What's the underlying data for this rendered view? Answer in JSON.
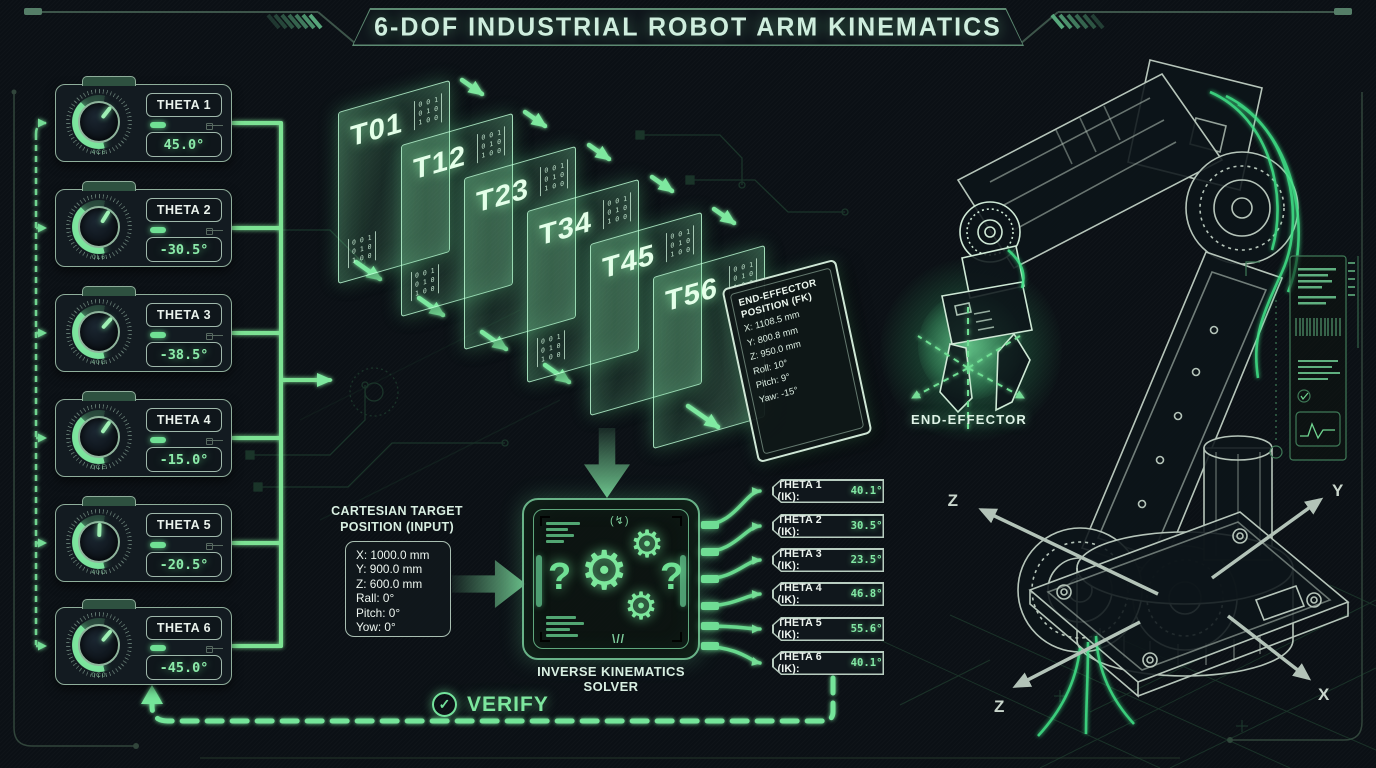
{
  "title": "6-DOF INDUSTRIAL ROBOT ARM KINEMATICS",
  "joints": [
    {
      "label": "THETA 1",
      "value": "45.0°",
      "dial": "4C6"
    },
    {
      "label": "THETA 2",
      "value": "-30.5°",
      "dial": "0L6"
    },
    {
      "label": "THETA 3",
      "value": "-38.5°",
      "dial": "40G"
    },
    {
      "label": "THETA 4",
      "value": "-15.0°",
      "dial": "0CE"
    },
    {
      "label": "THETA 5",
      "value": "-20.5°",
      "dial": "40O"
    },
    {
      "label": "THETA 6",
      "value": "-45.0°",
      "dial": "0C0"
    }
  ],
  "matrices": [
    {
      "label": "T01"
    },
    {
      "label": "T12"
    },
    {
      "label": "T23"
    },
    {
      "label": "T34"
    },
    {
      "label": "T45"
    },
    {
      "label": "T56"
    }
  ],
  "matrix_cells": "0 0 1\n0 1 0\n1 0 0",
  "fk": {
    "title": "END-EFFECTOR\nPOSITION (FK)",
    "lines": [
      "X: 1108.5 mm",
      "Y: 800.8 mm",
      "Z: 950.0 mm",
      "Roll: 10°",
      "Pitch: 9°",
      "Yaw: -15°"
    ]
  },
  "input": {
    "title": "CARTESIAN TARGET\nPOSITION (INPUT)",
    "lines": [
      "X: 1000.0 mm",
      "Y: 900.0 mm",
      "Z: 600.0 mm",
      "Rall: 0°",
      "Pitch: 0°",
      "Yow: 0°"
    ]
  },
  "solver": {
    "label": "INVERSE KINEMATICS SOLVER",
    "gear": "⚙",
    "q_left": "?",
    "q_right": "?",
    "deco_top": "(↯)",
    "deco_bottom": "\\//"
  },
  "ik": [
    {
      "label": "THETA 1 (IK):",
      "value": "40.1°"
    },
    {
      "label": "THETA 2 (IK):",
      "value": "30.5°"
    },
    {
      "label": "THETA 3 (IK):",
      "value": "23.5°"
    },
    {
      "label": "THETA 4 (IK):",
      "value": "46.8°"
    },
    {
      "label": "THETA 5 (IK):",
      "value": "55.6°"
    },
    {
      "label": "THETA 6 (IK):",
      "value": "40.1°"
    }
  ],
  "verify": {
    "label": "VERIFY",
    "check": "✓"
  },
  "robot": {
    "end_effector": "END-EFFECTOR",
    "axis_z_upper": "Z",
    "axis_y": "Y",
    "axis_z_lower": "Z",
    "axis_x": "X"
  },
  "colors": {
    "accent": "#7ee89f",
    "stroke_light": "#b7c9bd",
    "bg": "#0b1015"
  }
}
